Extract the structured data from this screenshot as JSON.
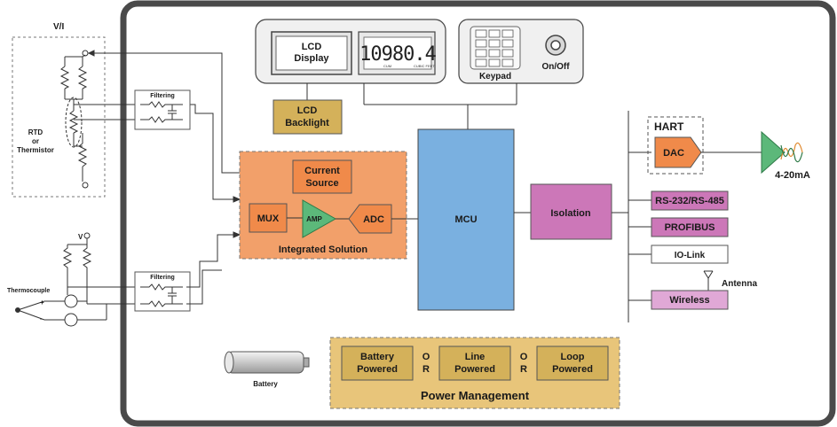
{
  "left": {
    "vi_label": "V/I",
    "rtd_label_1": "RTD",
    "rtd_label_2": "or",
    "rtd_label_3": "Thermistor",
    "filter1_label": "Filtering",
    "filter2_label": "Filtering",
    "v_label": "V",
    "thermocouple_label": "Thermocouple",
    "plus_label": "+",
    "minus_label": "-"
  },
  "top": {
    "lcd_display_line1": "LCD",
    "lcd_display_line2": "Display",
    "seg_value": "10980.4",
    "seg_unit_left": "CUM",
    "seg_unit_right": "CUBIC FEET",
    "keypad_label": "Keypad",
    "onoff_label": "On/Off",
    "backlight_line1": "LCD",
    "backlight_line2": "Backlight"
  },
  "integrated": {
    "current_source_line1": "Current",
    "current_source_line2": "Source",
    "mux_label": "MUX",
    "amp_label": "AMP",
    "adc_label": "ADC",
    "title": "Integrated Solution"
  },
  "mcu_label": "MCU",
  "isolation_label": "Isolation",
  "right": {
    "hart_label": "HART",
    "dac_label": "DAC",
    "output_label": "4-20mA",
    "rs_label": "RS-232/RS-485",
    "profibus_label": "PROFIBUS",
    "iolink_label": "IO-Link",
    "antenna_label": "Antenna",
    "wireless_label": "Wireless"
  },
  "power": {
    "battery_label": "Battery",
    "battery_powered_1": "Battery",
    "battery_powered_2": "Powered",
    "or1_a": "O",
    "or1_b": "R",
    "line_powered_1": "Line",
    "line_powered_2": "Powered",
    "or2_a": "O",
    "or2_b": "R",
    "loop_powered_1": "Loop",
    "loop_powered_2": "Powered",
    "title": "Power Management"
  },
  "colors": {
    "frame": "#4a4a4a",
    "orange_fill": "#f2a06a",
    "orange_dark": "#f08a4a",
    "tan_fill": "#d4b15a",
    "tan_light": "#e8c57a",
    "mcu_blue": "#7ab0e0",
    "pink": "#cc77b8",
    "pink_light": "#e0a8d6",
    "amp_green": "#5cb87a"
  }
}
